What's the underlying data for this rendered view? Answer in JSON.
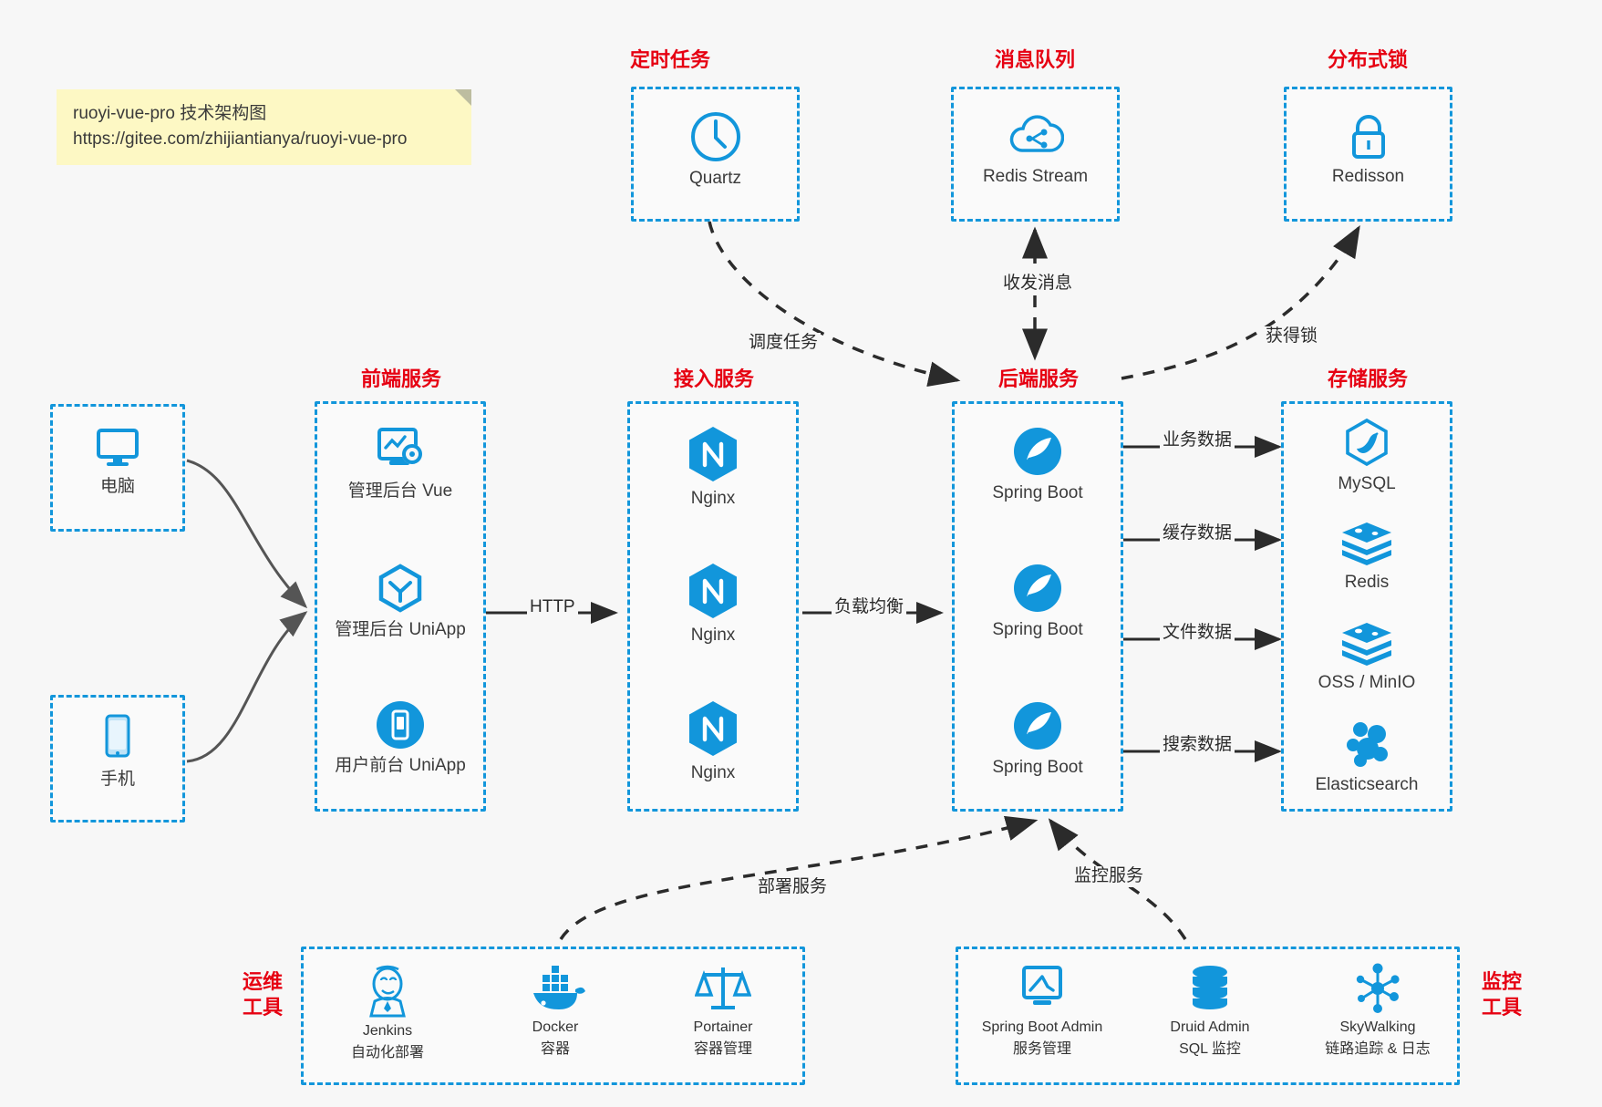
{
  "note": {
    "line1": "ruoyi-vue-pro 技术架构图",
    "line2": "https://gitee.com/zhijiantianya/ruoyi-vue-pro"
  },
  "colors": {
    "accent_blue": "#1296db",
    "group_red": "#e60012",
    "edge_gray": "#555555",
    "edge_dark": "#2b2b2b",
    "note_yellow": "#fdf8c4",
    "background": "#f7f7f7"
  },
  "groups": {
    "scheduler": {
      "label": "定时任务",
      "nodes": [
        {
          "icon": "clock-icon",
          "label": "Quartz"
        }
      ]
    },
    "mq": {
      "label": "消息队列",
      "nodes": [
        {
          "icon": "cloud-stream-icon",
          "label": "Redis Stream"
        }
      ]
    },
    "lock": {
      "label": "分布式锁",
      "nodes": [
        {
          "icon": "padlock-icon",
          "label": "Redisson"
        }
      ]
    },
    "clients": {
      "pc": {
        "icon": "desktop-icon",
        "label": "电脑"
      },
      "mobile": {
        "icon": "phone-icon",
        "label": "手机"
      }
    },
    "frontend": {
      "label": "前端服务",
      "nodes": [
        {
          "icon": "dashboard-gear-icon",
          "label": "管理后台 Vue"
        },
        {
          "icon": "cube-icon",
          "label": "管理后台 UniApp"
        },
        {
          "icon": "mobile-app-icon",
          "label": "用户前台 UniApp"
        }
      ]
    },
    "gateway": {
      "label": "接入服务",
      "nodes": [
        {
          "icon": "nginx-icon",
          "label": "Nginx"
        },
        {
          "icon": "nginx-icon",
          "label": "Nginx"
        },
        {
          "icon": "nginx-icon",
          "label": "Nginx"
        }
      ]
    },
    "backend": {
      "label": "后端服务",
      "nodes": [
        {
          "icon": "spring-leaf-icon",
          "label": "Spring Boot"
        },
        {
          "icon": "spring-leaf-icon",
          "label": "Spring Boot"
        },
        {
          "icon": "spring-leaf-icon",
          "label": "Spring Boot"
        }
      ]
    },
    "storage": {
      "label": "存储服务",
      "nodes": [
        {
          "icon": "mysql-icon",
          "label": "MySQL"
        },
        {
          "icon": "redis-icon",
          "label": "Redis"
        },
        {
          "icon": "redis-icon",
          "label": "OSS / MinIO"
        },
        {
          "icon": "elasticsearch-icon",
          "label": "Elasticsearch"
        }
      ]
    },
    "devops": {
      "label_line1": "运维",
      "label_line2": "工具",
      "nodes": [
        {
          "icon": "jenkins-icon",
          "label": "Jenkins",
          "sub": "自动化部署"
        },
        {
          "icon": "docker-icon",
          "label": "Docker",
          "sub": "容器"
        },
        {
          "icon": "scales-icon",
          "label": "Portainer",
          "sub": "容器管理"
        }
      ]
    },
    "monitoring": {
      "label_line1": "监控",
      "label_line2": "工具",
      "nodes": [
        {
          "icon": "monitor-chart-icon",
          "label": "Spring Boot Admin",
          "sub": "服务管理"
        },
        {
          "icon": "database-icon",
          "label": "Druid Admin",
          "sub": "SQL 监控"
        },
        {
          "icon": "skywalking-icon",
          "label": "SkyWalking",
          "sub": "链路追踪 & 日志"
        }
      ]
    }
  },
  "edges": [
    {
      "id": "schedule-task",
      "label": "调度任务"
    },
    {
      "id": "send-receive",
      "label": "收发消息"
    },
    {
      "id": "acquire-lock",
      "label": "获得锁"
    },
    {
      "id": "http",
      "label": "HTTP"
    },
    {
      "id": "load-balance",
      "label": "负载均衡"
    },
    {
      "id": "business-data",
      "label": "业务数据"
    },
    {
      "id": "cache-data",
      "label": "缓存数据"
    },
    {
      "id": "file-data",
      "label": "文件数据"
    },
    {
      "id": "search-data",
      "label": "搜索数据"
    },
    {
      "id": "deploy-service",
      "label": "部署服务"
    },
    {
      "id": "monitor-service",
      "label": "监控服务"
    }
  ]
}
